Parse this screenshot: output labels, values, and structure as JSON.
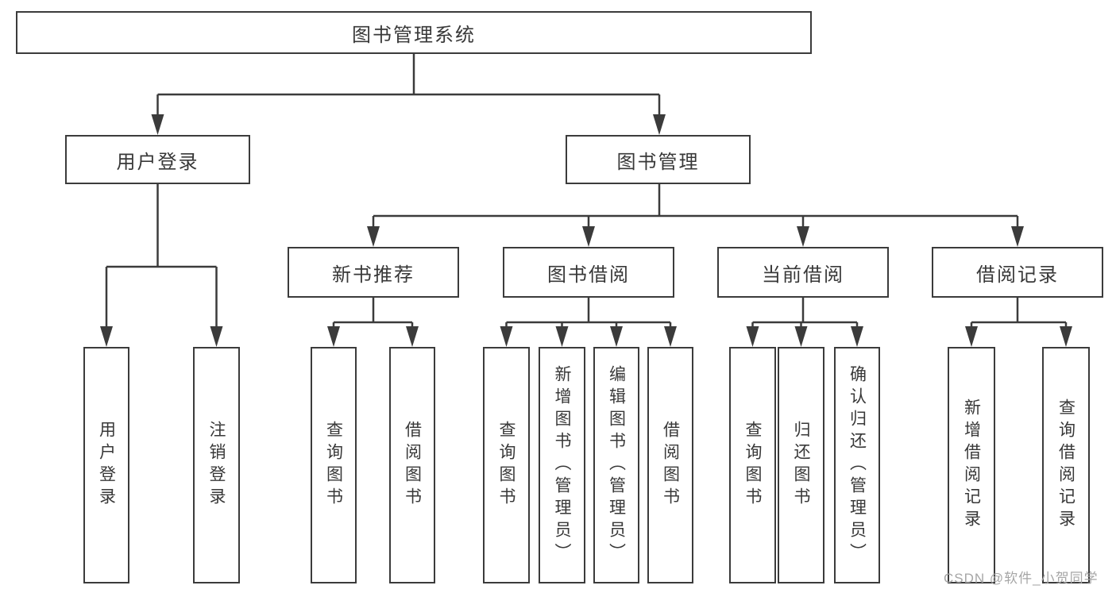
{
  "tree": {
    "root": {
      "label": "图书管理系统"
    },
    "children": [
      {
        "label": "用户登录",
        "children": [
          {
            "label": "用户登录"
          },
          {
            "label": "注销登录"
          }
        ]
      },
      {
        "label": "图书管理",
        "children": [
          {
            "label": "新书推荐",
            "children": [
              {
                "label": "查询图书"
              },
              {
                "label": "借阅图书"
              }
            ]
          },
          {
            "label": "图书借阅",
            "children": [
              {
                "label": "查询图书"
              },
              {
                "label": "新增图书（管理员）"
              },
              {
                "label": "编辑图书（管理员）"
              },
              {
                "label": "借阅图书"
              }
            ]
          },
          {
            "label": "当前借阅",
            "children": [
              {
                "label": "查询图书"
              },
              {
                "label": "归还图书"
              },
              {
                "label": "确认归还（管理员）"
              }
            ]
          },
          {
            "label": "借阅记录",
            "children": [
              {
                "label": "新增借阅记录"
              },
              {
                "label": "查询借阅记录"
              }
            ]
          }
        ]
      }
    ]
  },
  "watermark": {
    "text": "CSDN @软件_小贺同学"
  },
  "colors": {
    "line": "#3b3b3b",
    "text": "#383838",
    "watermark": "#a6a6a6",
    "background": "#ffffff"
  }
}
